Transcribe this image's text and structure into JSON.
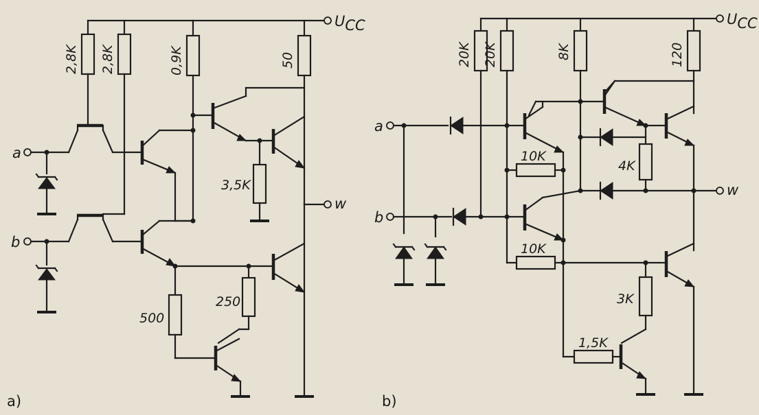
{
  "circuit_a": {
    "label": "a)",
    "supply": "U",
    "supply_sub": "CC",
    "input_a": "a",
    "input_b": "b",
    "output": "w",
    "r1": "2,8K",
    "r2": "2,8K",
    "r3": "0,9K",
    "r4": "50",
    "r5": "3,5K",
    "r6": "500",
    "r7": "250"
  },
  "circuit_b": {
    "label": "b)",
    "supply": "U",
    "supply_sub": "CC",
    "input_a": "a",
    "input_b": "b",
    "output": "w",
    "r1": "20K",
    "r2": "20K",
    "r3": "8K",
    "r4": "120",
    "r5": "10K",
    "r6": "10K",
    "r7": "4K",
    "r8": "3K",
    "r9": "1,5K"
  }
}
